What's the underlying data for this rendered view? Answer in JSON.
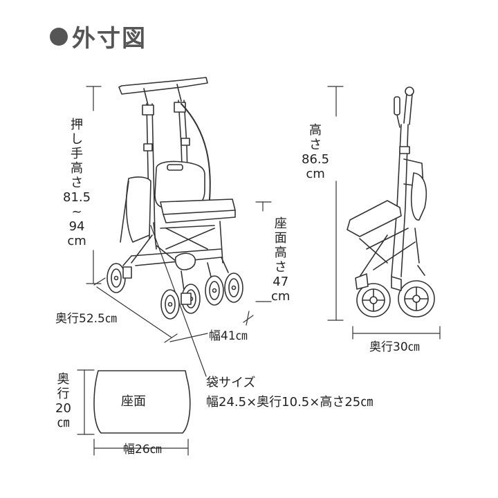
{
  "title": "外寸図",
  "colors": {
    "line": "#333333",
    "title": "#555555",
    "text": "#222222"
  },
  "dimensions": {
    "push_handle_height": {
      "label_chars": [
        "押",
        "し",
        "手",
        "高",
        "さ"
      ],
      "value_from": "81.5",
      "separator": "~",
      "value_to": "94",
      "unit": "cm"
    },
    "seat_height": {
      "label_chars": [
        "座",
        "面",
        "高",
        "さ"
      ],
      "value": "47",
      "unit": "cm"
    },
    "overall_height": {
      "label_chars": [
        "高",
        "さ"
      ],
      "value": "86.5",
      "unit": "cm"
    },
    "depth_unfolded": "奥行52.5㎝",
    "width": "幅41㎝",
    "depth_folded": "奥行30㎝",
    "seat_depth": {
      "label_chars": [
        "奥",
        "行"
      ],
      "value": "20",
      "unit": "㎝"
    },
    "seat_width": "幅26㎝"
  },
  "seat_label": "座面",
  "bag": {
    "title": "袋サイズ",
    "size": "幅24.5×奥行10.5×高さ25㎝"
  }
}
